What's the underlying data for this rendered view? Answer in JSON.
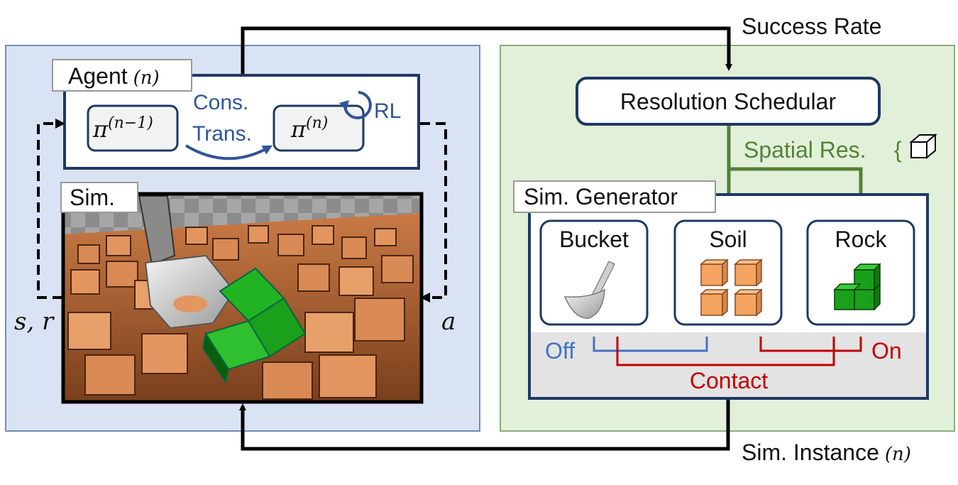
{
  "success_rate": "Success Rate",
  "sim_instance": "Sim. Instance",
  "sim_instance_math": "(n)",
  "agent": {
    "title": "Agent",
    "title_math": "(n)",
    "policy_prev": "π",
    "policy_prev_sup": "(n−1)",
    "policy_curr": "π",
    "policy_curr_sup": "(n)",
    "cons_line1": "Cons.",
    "cons_line2": "Trans.",
    "rl": "RL"
  },
  "sim": {
    "title": "Sim."
  },
  "state_reward": "s, r",
  "action": "a",
  "scheduler": {
    "title": "Resolution Schedular",
    "spatial_res": "Spatial Res."
  },
  "generator": {
    "title": "Sim. Generator",
    "objects": [
      "Bucket",
      "Soil",
      "Rock"
    ],
    "off": "Off",
    "on": "On",
    "contact": "Contact"
  },
  "colors": {
    "left_panel": "#dae3f3",
    "right_panel": "#e2f0d9",
    "box_border": "#1f3864",
    "green_arrow": "#548235",
    "red_bracket": "#c00000",
    "blue_bracket": "#4472c4",
    "soil": "#f4a460",
    "rock": "#1aa01a"
  }
}
